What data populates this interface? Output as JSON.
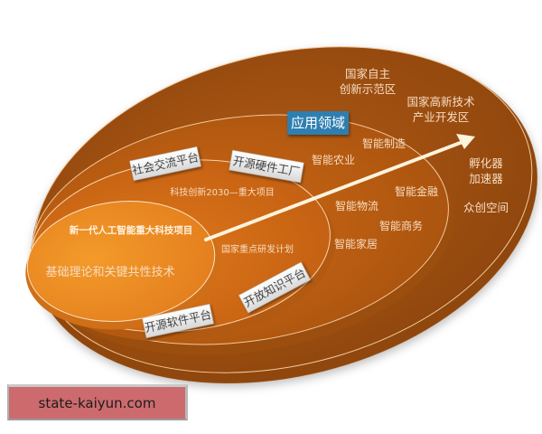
{
  "diagram": {
    "outer_ring": {
      "labels": [
        {
          "line1": "国家自主",
          "line2": "创新示范区"
        },
        {
          "line1": "国家高新技术",
          "line2": "产业开发区"
        },
        {
          "line1": "孵化器",
          "line2": "加速器"
        },
        {
          "line1": "众创空间"
        }
      ]
    },
    "application_ring": {
      "title": "应用领域",
      "items": [
        "智能制造",
        "智能农业",
        "智能金融",
        "智能物流",
        "智能商务",
        "智能家居"
      ]
    },
    "project_ring": {
      "title": "科技创新2030—重大项目",
      "subtitle": "国家重点研发计划"
    },
    "core": {
      "title": "新一代人工智能重大科技项目",
      "subtitle": "基础理论和关键共性技术"
    },
    "platform_tags": [
      "社会交流平台",
      "开源硬件工厂",
      "开放知识平台",
      "开源软件平台"
    ],
    "colors": {
      "outer_ring": "#9b4f10",
      "application_ring": "#b65a12",
      "project_ring": "#d06a15",
      "core": "#ec8c22",
      "app_badge": "#2f7fb0",
      "arrow": "#fff3dc"
    }
  },
  "watermark": {
    "text": "state-kaiyun.com",
    "color": "#cd6a6e"
  }
}
